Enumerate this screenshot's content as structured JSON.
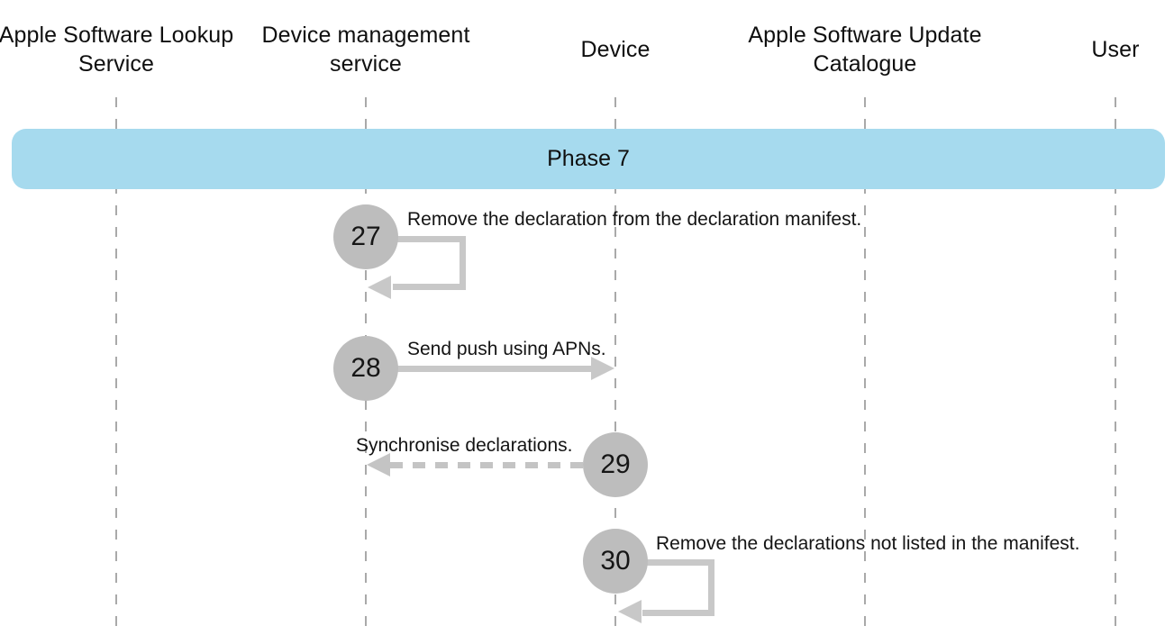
{
  "diagram": {
    "phase": {
      "title": "Phase 7",
      "color": "#a6daee"
    },
    "colors": {
      "circle_fill": "#bdbdbd",
      "arrow_gray": "#c8c8c8",
      "dashed_arrow_gray": "#c4c4c4",
      "lifeline_gray": "#a9a9a9",
      "text": "#111111"
    },
    "actors": [
      {
        "name": "Apple Software Lookup Service"
      },
      {
        "name": "Device management service"
      },
      {
        "name": "Device"
      },
      {
        "name": "Apple Software Update Catalogue"
      },
      {
        "name": "User"
      }
    ],
    "steps": [
      {
        "number": "27",
        "label": "Remove the declaration from the declaration manifest.",
        "actor": "Device management service",
        "type": "self-loop"
      },
      {
        "number": "28",
        "label": "Send push using APNs.",
        "from": "Device management service",
        "to": "Device",
        "type": "solid-arrow"
      },
      {
        "number": "29",
        "label": "Synchronise declarations.",
        "from": "Device",
        "to": "Device management service",
        "type": "dashed-arrow"
      },
      {
        "number": "30",
        "label": "Remove the declarations not listed in the manifest.",
        "actor": "Device",
        "type": "self-loop"
      }
    ]
  }
}
